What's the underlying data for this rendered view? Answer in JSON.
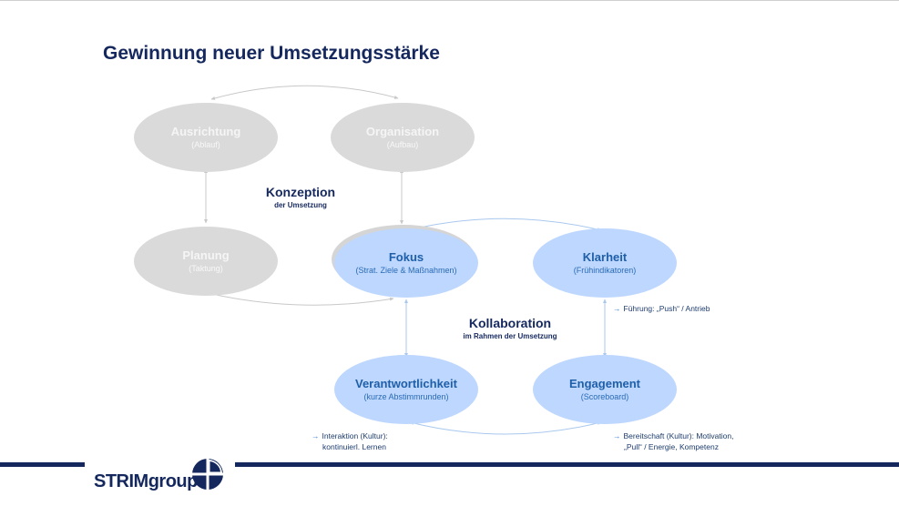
{
  "title": "Gewinnung neuer Umsetzungsstärke",
  "nodes": {
    "ausrichtung": {
      "label": "Ausrichtung",
      "sub": "(Ablauf)"
    },
    "organisation": {
      "label": "Organisation",
      "sub": "(Aufbau)"
    },
    "planung": {
      "label": "Planung",
      "sub": "(Taktung)"
    },
    "fokus": {
      "label": "Fokus",
      "sub": "(Strat. Ziele & Maßnahmen)"
    },
    "klarheit": {
      "label": "Klarheit",
      "sub": "(Frühindikatoren)"
    },
    "verantwortlichkeit": {
      "label": "Verantwortlichkeit",
      "sub": "(kurze Abstimmrunden)"
    },
    "engagement": {
      "label": "Engagement",
      "sub": "(Scoreboard)"
    }
  },
  "konzeption": {
    "main": "Konzeption",
    "sub": "der Umsetzung"
  },
  "kollaboration": {
    "main": "Kollaboration",
    "sub": "im Rahmen der Umsetzung"
  },
  "notes": {
    "fuehrung": "Führung: „Push“ / Antrieb",
    "interaktion_1": "Interaktion (Kultur):",
    "interaktion_2": "kontinuierl.  Lernen",
    "bereitschaft_1": "Bereitschaft (Kultur): Motivation,",
    "bereitschaft_2": "„Pull“ / Energie, Kompetenz"
  },
  "logo": {
    "strim": "STRIM",
    "group": "group"
  },
  "colors": {
    "title": "#15285e",
    "grey_node": "#dadada",
    "blue_node": "#bdd7ff",
    "blue_text": "#1f5fa8",
    "connector_grey": "#c8c8c8",
    "connector_blue": "#a9c8ee",
    "bar": "#15285e"
  }
}
